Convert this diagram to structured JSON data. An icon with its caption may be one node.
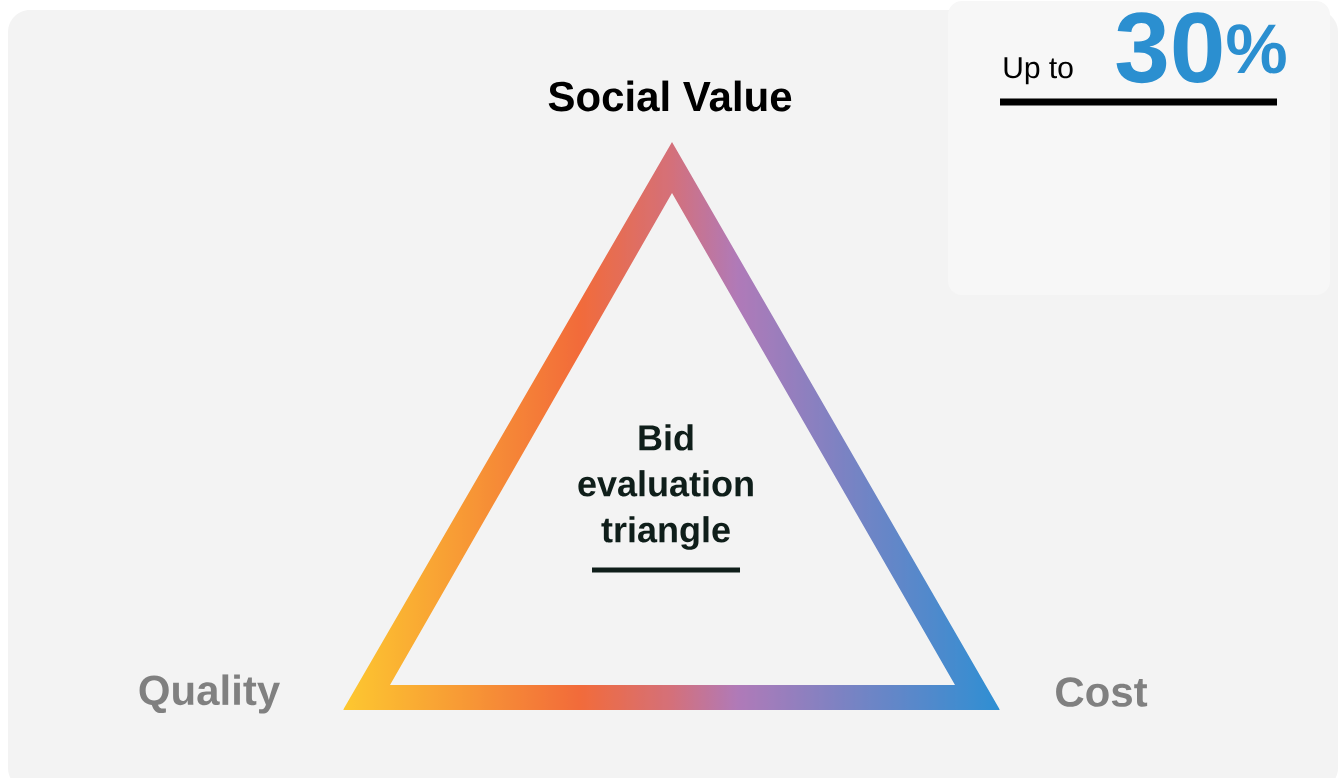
{
  "diagram": {
    "nodes": [
      {
        "text": [
          "Bid evaluation triangle"
        ]
      },
      {
        "text": [
          "Up to",
          "30$^{%}$"
        ]
      }
    ],
    "labels": [
      "Social Value",
      "Quality",
      "Cost"
    ]
  }
}
